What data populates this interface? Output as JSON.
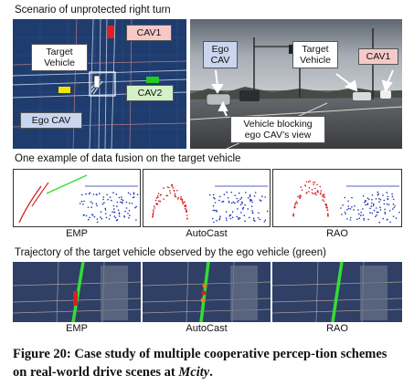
{
  "sections": {
    "row1_title": "Scenario of unprotected right turn",
    "row2_title": "One example of data fusion on the target vehicle",
    "row3_title": "Trajectory of the target vehicle observed by the ego vehicle (green)"
  },
  "map_panel": {
    "labels": {
      "cav1": "CAV1",
      "target_line1": "Target",
      "target_line2": "Vehicle",
      "cav2": "CAV2",
      "ego": "Ego CAV"
    }
  },
  "photo_panel": {
    "labels": {
      "ego_line1": "Ego",
      "ego_line2": "CAV",
      "target_line1": "Target",
      "target_line2": "Vehicle",
      "cav1": "CAV1",
      "blocking_line1": "Vehicle blocking",
      "blocking_line2": "ego CAV’s view"
    }
  },
  "fusion_panels": [
    "EMP",
    "AutoCast",
    "RAO"
  ],
  "trajectory_panels": [
    "EMP",
    "AutoCast",
    "RAO"
  ],
  "caption": {
    "prefix": "Figure 20: Case study of multiple cooperative percep-tion schemes on real-world drive scenes at ",
    "place": "Mcity",
    "suffix": "."
  },
  "colors": {
    "map_bg": "#1f3c6e",
    "trajectory_green": "#33dd33",
    "fusion_red": "#d62020",
    "fusion_blue": "#1a2fb0",
    "cav1_red": "#e02020",
    "cav2_green": "#22cc22",
    "ego_yellow": "#f2e600"
  }
}
